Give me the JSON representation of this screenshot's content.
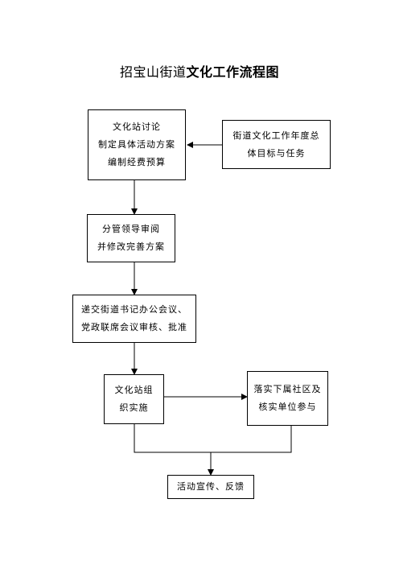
{
  "title": {
    "part1": "招宝山街道",
    "part2": "文化工作流程图"
  },
  "nodes": {
    "discuss": {
      "lines": [
        "文化站讨论",
        "制定具体活动方案",
        "编制经费预算"
      ]
    },
    "annual": {
      "lines": [
        "街道文化工作年度总",
        "体目标与任务"
      ]
    },
    "review": {
      "lines": [
        "分管领导审阅",
        "并修改完善方案"
      ]
    },
    "submit": {
      "lines": [
        "递交街道书记办公会议、",
        "党政联席会议审核、批准"
      ]
    },
    "implement": {
      "lines": [
        "文化站组",
        "织实施"
      ]
    },
    "community": {
      "lines": [
        "落实下属社区及",
        "核实单位参与"
      ]
    },
    "feedback": {
      "lines": [
        "活动宣传、反馈"
      ]
    }
  }
}
